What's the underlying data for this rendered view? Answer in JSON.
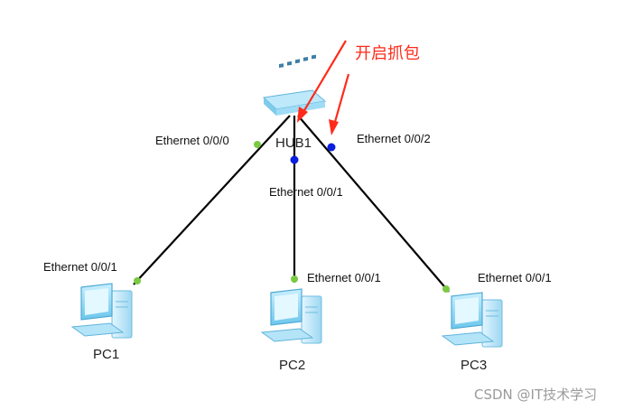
{
  "devices": {
    "hub": {
      "name": "HUB1"
    },
    "pc1": {
      "name": "PC1"
    },
    "pc2": {
      "name": "PC2"
    },
    "pc3": {
      "name": "PC3"
    }
  },
  "ports": {
    "hub_p0": "Ethernet 0/0/0",
    "hub_p1": "Ethernet 0/0/1",
    "hub_p2": "Ethernet 0/0/2",
    "pc1_p": "Ethernet 0/0/1",
    "pc2_p": "Ethernet 0/0/1",
    "pc3_p": "Ethernet 0/0/1"
  },
  "annotation": {
    "text": "开启抓包",
    "color": "#ff2a1a"
  },
  "watermark": "CSDN @IT技术学习",
  "colors": {
    "link": "#000000",
    "port_up": "#7ac943",
    "port_capture": "#0a1fe0",
    "device_blue": "#8fd3f0"
  }
}
